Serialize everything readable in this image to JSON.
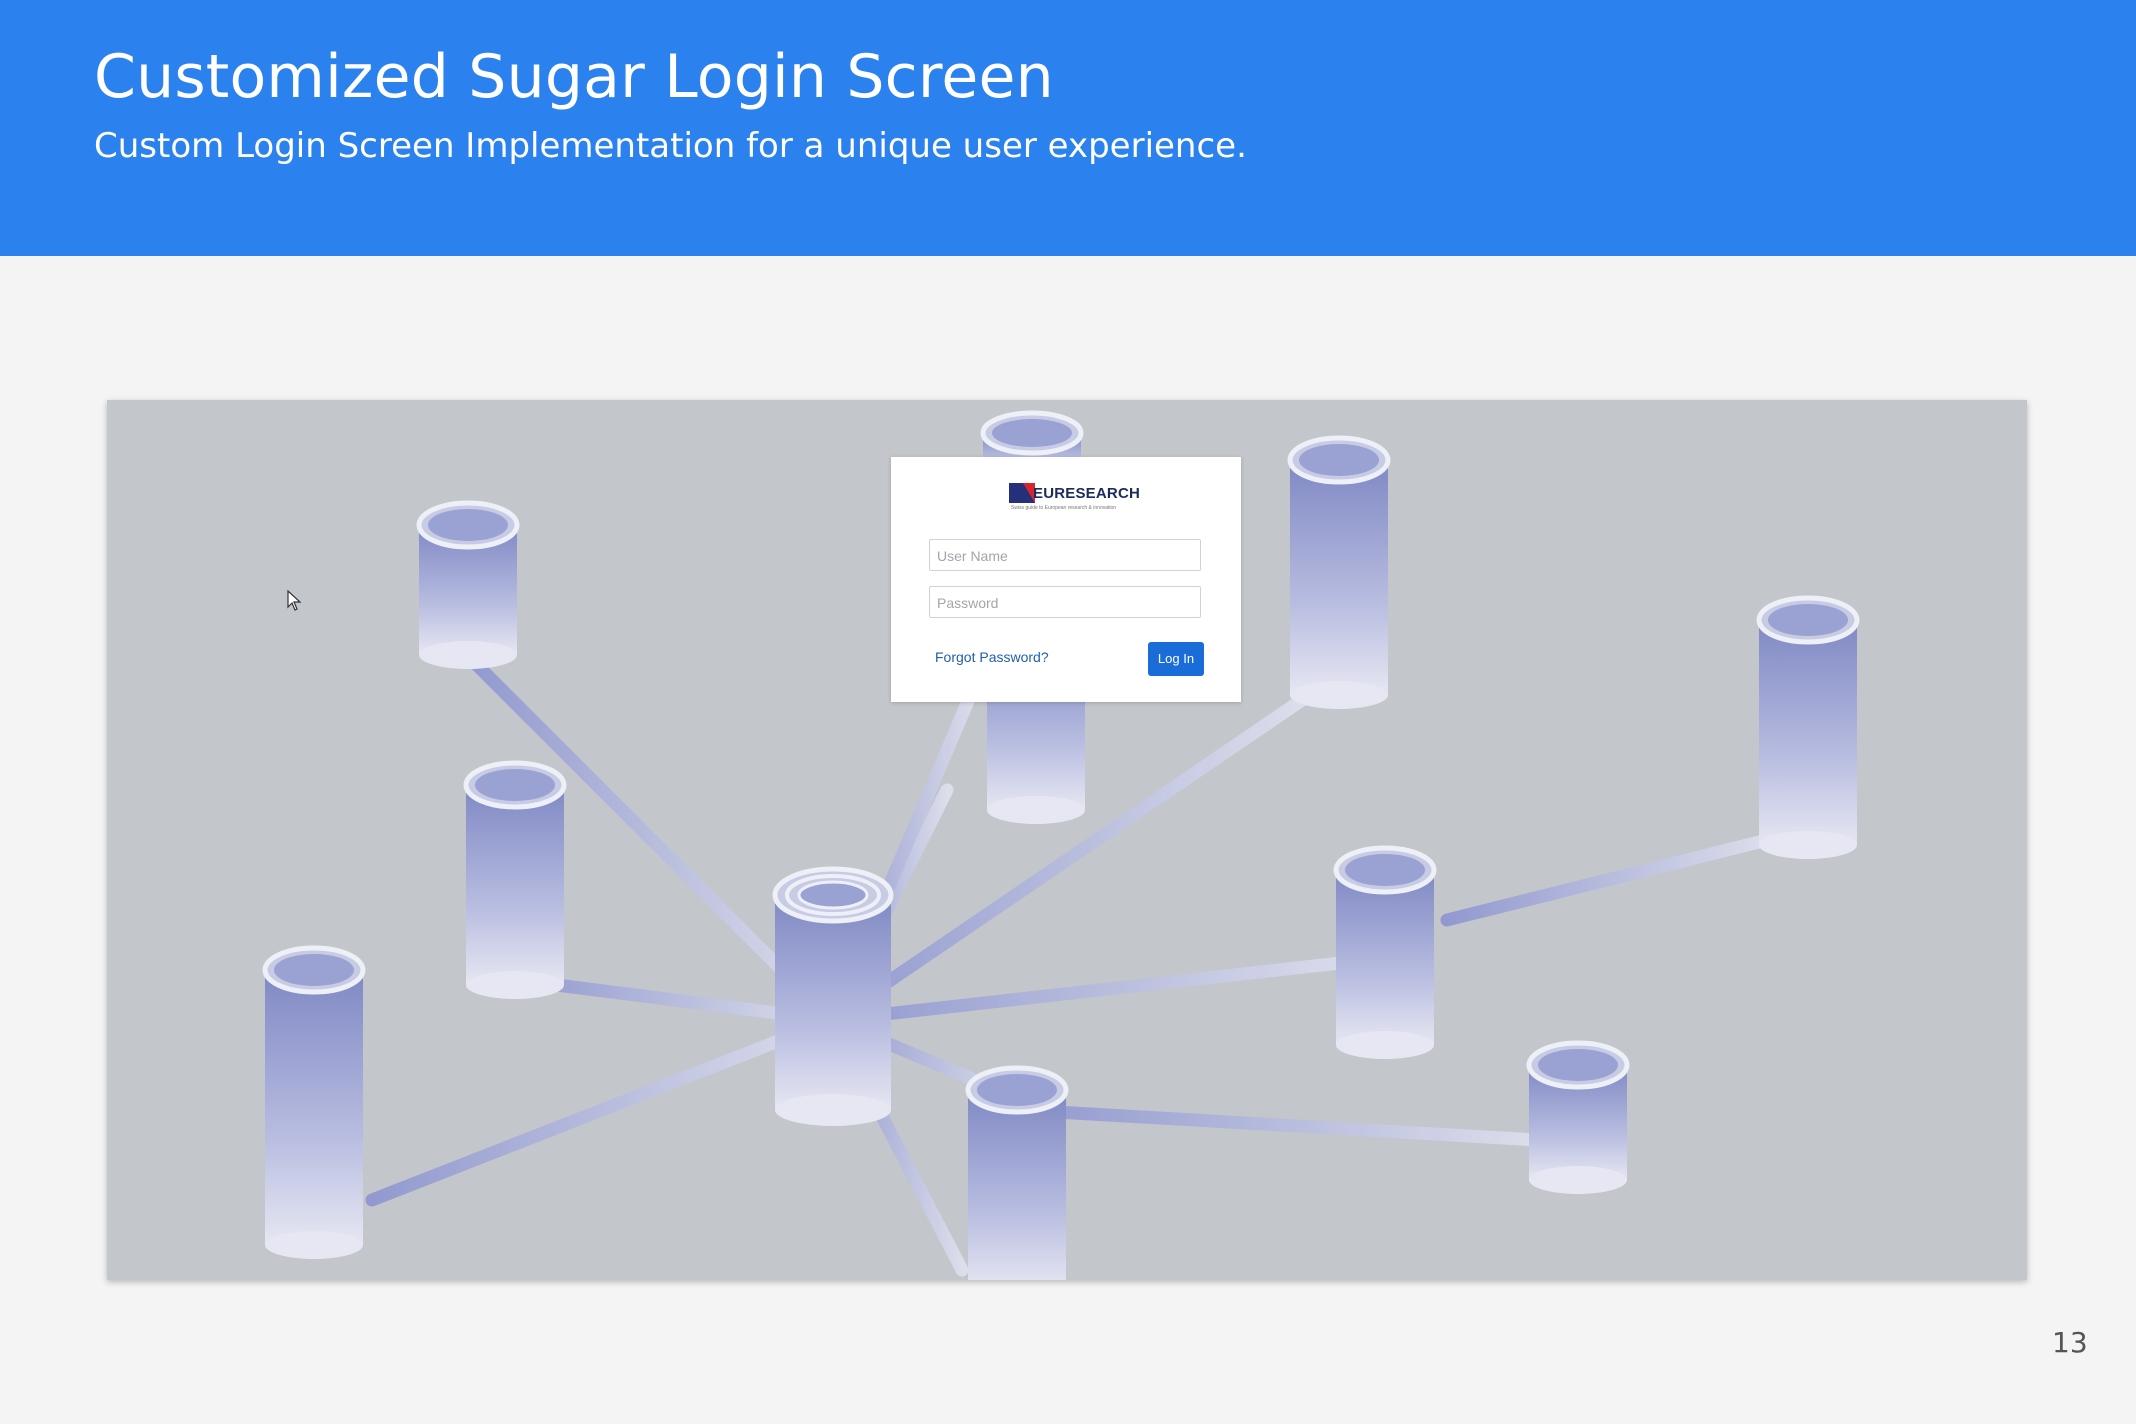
{
  "slide": {
    "title": "Customized Sugar Login Screen",
    "subtitle": "Custom Login Screen Implementation for a unique user experience.",
    "page_number": "13"
  },
  "colors": {
    "header_bg": "#2b82ef",
    "screenshot_bg": "#c3c6ca",
    "button_bg": "#1a6dd8",
    "cylinder_tint": "#8e96cc"
  },
  "login_panel": {
    "logo_text": "EURESEARCH",
    "logo_tagline": "Swiss guide to European research & innovation",
    "username_placeholder": "User Name",
    "password_placeholder": "Password",
    "forgot_password_label": "Forgot Password?",
    "login_button_label": "Log In"
  },
  "background": {
    "illustration": "network-of-cylinders",
    "cursor_icon": "mouse-pointer-icon"
  }
}
